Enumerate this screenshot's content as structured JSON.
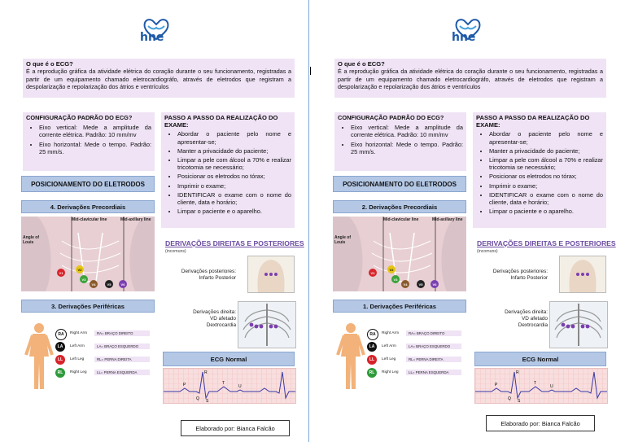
{
  "logo": {
    "text": "hne",
    "icon": "heart-hands-icon",
    "color": "#1e5aa8"
  },
  "intro": {
    "question": "O que é o ECG?",
    "text": "É a reprodução gráfica da atividade elétrica do coração durante o seu funcionamento, registradas a partir de um equipamento chamado eletrocardiográfo, através de eletrodos que registram a despolarização e repolarização dos átrios e ventrículos"
  },
  "config": {
    "title": "CONFIGURAÇÃO PADRÃO DO ECG?",
    "items": [
      "Eixo vertical: Mede a amplitude da corrente elétrica. Padrão: 10 mm/mv",
      "Eixo horizontal: Mede o tempo. Padrão: 25 mm/s."
    ]
  },
  "steps": {
    "title": "PASSO A PASSO DA REALIZAÇÃO DO EXAME:",
    "items": [
      "Abordar o paciente pelo nome e apresentar-se;",
      "Manter a privacidade do paciente;",
      "Limpar a pele com álcool a 70% e realizar tricotomia se necessário;",
      "Posicionar os eletrodos no tórax;",
      "Imprimir o exame;",
      "IDENTIFICAR o exame com o nome do cliente, data e horário;",
      "Limpar o paciente e o aparelho."
    ]
  },
  "posicionamento": "POSICIONAMENTO DO ELETRODOS",
  "left": {
    "precordiais": "4. Derivações Precordiais",
    "perifericas": "3. Derivações Periféricas"
  },
  "right": {
    "precordiais": "2. Derivações Precordiais",
    "perifericas": "1. Derivações Periféricas"
  },
  "chest": {
    "midclavicular": "Mid-clavicular line",
    "midaxillary": "Mid-axillary line",
    "angle": "Angle of Louis",
    "leads": [
      "V1",
      "V2",
      "V3",
      "V4",
      "V5",
      "V6"
    ],
    "lead_colors": [
      "#d8232a",
      "#e6c514",
      "#3aa33a",
      "#8a5a2b",
      "#222222",
      "#7b3fb0"
    ]
  },
  "derivacoes": {
    "title": "DERIVAÇÕES DIREITAS E POSTERIORES",
    "subtitle": "(incomuns)",
    "posteriores_label": "Derivações posteriores:",
    "posteriores_value": "Infarto Posterior",
    "direita_label": "Derivações direita:",
    "direita_value_1": "VD afetado",
    "direita_value_2": "Dextrocardia"
  },
  "ecg": {
    "title": "ECG Normal",
    "wave_labels": [
      "P",
      "Q",
      "R",
      "S",
      "T",
      "U"
    ],
    "grid_color": "#f2b8b8",
    "trace_color": "#3a3aa8"
  },
  "limb_leads": [
    {
      "code": "RA",
      "name": "Right Arm",
      "desc": "RA= BRAÇO DIREITO",
      "color": "#ffffff",
      "text_color": "#111111"
    },
    {
      "code": "LA",
      "name": "Left Arm",
      "desc": "LA= BRAÇO ESQUERDO",
      "color": "#111111",
      "text_color": "#ffffff"
    },
    {
      "code": "LL",
      "name": "Left Leg",
      "desc": "RL= PERNA DIREITA",
      "color": "#d8232a",
      "text_color": "#ffffff"
    },
    {
      "code": "RL",
      "name": "Right Leg",
      "desc": "LL= PERNA ESQUERDA",
      "color": "#2e9a3a",
      "text_color": "#ffffff"
    }
  ],
  "credits": "Elaborado por: Bianca Falcão",
  "colors": {
    "lilac": "#efe3f5",
    "blue_bar": "#b4c8e6",
    "purple_title": "#6a4aa0"
  }
}
